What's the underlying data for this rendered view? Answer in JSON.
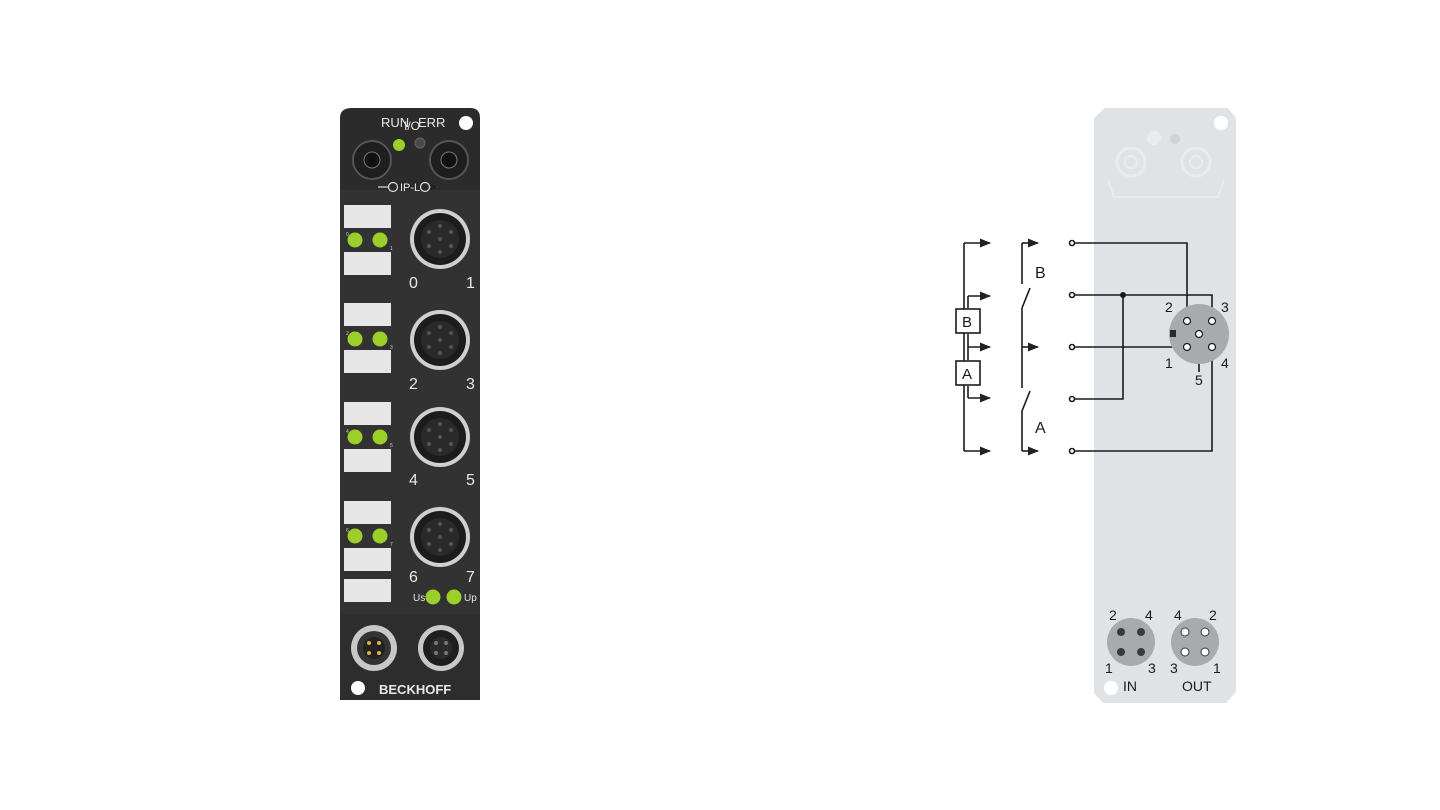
{
  "device": {
    "top_label_run": "RUN",
    "top_label_io": "I/O",
    "top_label_err": "ERR",
    "ipl_label": "IP-L",
    "channels": [
      {
        "left": "0",
        "right": "1",
        "led_left": "0",
        "led_right": "1"
      },
      {
        "left": "2",
        "right": "3",
        "led_left": "2",
        "led_right": "3"
      },
      {
        "left": "4",
        "right": "5",
        "led_left": "4",
        "led_right": "5"
      },
      {
        "left": "6",
        "right": "7",
        "led_left": "6",
        "led_right": "7"
      }
    ],
    "us_label": "Us",
    "up_label": "Up",
    "brand": "BECKHOFF",
    "led_color": "#9ccf2a"
  },
  "schematic": {
    "switch_b": "B",
    "switch_a": "A",
    "box_b": "B",
    "box_a": "A",
    "m12_pins": {
      "p1": "1",
      "p2": "2",
      "p3": "3",
      "p4": "4",
      "p5": "5"
    },
    "in_pins": {
      "p1": "1",
      "p2": "2",
      "p3": "3",
      "p4": "4"
    },
    "out_pins": {
      "p1": "1",
      "p2": "2",
      "p3": "3",
      "p4": "4"
    },
    "in_label": "IN",
    "out_label": "OUT"
  }
}
